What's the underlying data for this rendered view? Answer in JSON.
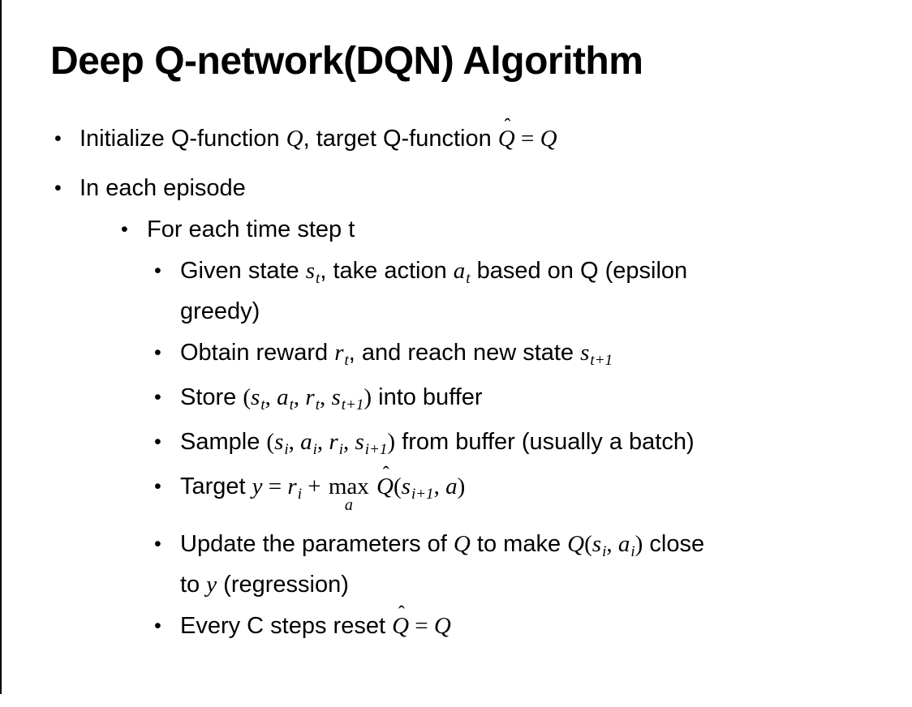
{
  "slide": {
    "title": "Deep Q-network(DQN) Algorithm",
    "notation": {
      "bullet_char": "•",
      "hat_char": "ˆ"
    },
    "colors": {
      "text": "#000000",
      "background": "#ffffff",
      "border": "#000000"
    },
    "bullets": [
      {
        "level": 1,
        "lines": [
          [
            {
              "t": "Initialize Q-function "
            },
            {
              "t": "Q",
              "s": "m"
            },
            {
              "t": ", target Q-function "
            },
            {
              "t": "Q",
              "s": "hat"
            },
            {
              "t": " = ",
              "s": "mu"
            },
            {
              "t": "Q",
              "s": "m"
            }
          ]
        ]
      },
      {
        "level": 1,
        "lines": [
          [
            {
              "t": "In each episode"
            }
          ]
        ]
      },
      {
        "level": 2,
        "lines": [
          [
            {
              "t": "For each time step t"
            }
          ]
        ]
      },
      {
        "level": 3,
        "lines": [
          [
            {
              "t": "Given state "
            },
            {
              "t": "s",
              "s": "m"
            },
            {
              "t": "t",
              "s": "sub"
            },
            {
              "t": ", take action "
            },
            {
              "t": "a",
              "s": "m"
            },
            {
              "t": "t",
              "s": "sub"
            },
            {
              "t": " based on Q (epsilon"
            }
          ],
          [
            {
              "t": "greedy)"
            }
          ]
        ]
      },
      {
        "level": 3,
        "lines": [
          [
            {
              "t": "Obtain reward "
            },
            {
              "t": "r",
              "s": "m"
            },
            {
              "t": "t",
              "s": "sub"
            },
            {
              "t": ", and reach new state "
            },
            {
              "t": "s",
              "s": "m"
            },
            {
              "t": "t+1",
              "s": "sub"
            }
          ]
        ]
      },
      {
        "level": 3,
        "lines": [
          [
            {
              "t": "Store "
            },
            {
              "t": "(",
              "s": "mu"
            },
            {
              "t": "s",
              "s": "m"
            },
            {
              "t": "t",
              "s": "sub"
            },
            {
              "t": ", ",
              "s": "mu"
            },
            {
              "t": "a",
              "s": "m"
            },
            {
              "t": "t",
              "s": "sub"
            },
            {
              "t": ", ",
              "s": "mu"
            },
            {
              "t": "r",
              "s": "m"
            },
            {
              "t": "t",
              "s": "sub"
            },
            {
              "t": ", ",
              "s": "mu"
            },
            {
              "t": "s",
              "s": "m"
            },
            {
              "t": "t+1",
              "s": "sub"
            },
            {
              "t": ")",
              "s": "mu"
            },
            {
              "t": " into buffer"
            }
          ]
        ]
      },
      {
        "level": 3,
        "lines": [
          [
            {
              "t": "Sample "
            },
            {
              "t": "(",
              "s": "mu"
            },
            {
              "t": "s",
              "s": "m"
            },
            {
              "t": "i",
              "s": "sub"
            },
            {
              "t": ", ",
              "s": "mu"
            },
            {
              "t": "a",
              "s": "m"
            },
            {
              "t": "i",
              "s": "sub"
            },
            {
              "t": ", ",
              "s": "mu"
            },
            {
              "t": "r",
              "s": "m"
            },
            {
              "t": "i",
              "s": "sub"
            },
            {
              "t": ", ",
              "s": "mu"
            },
            {
              "t": "s",
              "s": "m"
            },
            {
              "t": "i+1",
              "s": "sub"
            },
            {
              "t": ")",
              "s": "mu"
            },
            {
              "t": " from buffer (usually a batch)"
            }
          ]
        ]
      },
      {
        "level": 3,
        "lines": [
          [
            {
              "t": "Target "
            },
            {
              "t": "y",
              "s": "m"
            },
            {
              "t": " = ",
              "s": "mu"
            },
            {
              "t": "r",
              "s": "m"
            },
            {
              "t": "i",
              "s": "sub"
            },
            {
              "t": " + ",
              "s": "mu"
            },
            {
              "t": "max",
              "s": "op",
              "u": "a"
            },
            {
              "t": " ",
              "s": "mu"
            },
            {
              "t": "Q",
              "s": "hat"
            },
            {
              "t": "(",
              "s": "mu"
            },
            {
              "t": "s",
              "s": "m"
            },
            {
              "t": "i+1",
              "s": "sub"
            },
            {
              "t": ", ",
              "s": "mu"
            },
            {
              "t": "a",
              "s": "m"
            },
            {
              "t": ")",
              "s": "mu"
            }
          ]
        ]
      },
      {
        "level": 3,
        "lines": [
          [
            {
              "t": "Update the parameters of "
            },
            {
              "t": "Q",
              "s": "m"
            },
            {
              "t": " to make "
            },
            {
              "t": "Q",
              "s": "m"
            },
            {
              "t": "(",
              "s": "mu"
            },
            {
              "t": "s",
              "s": "m"
            },
            {
              "t": "i",
              "s": "sub"
            },
            {
              "t": ", ",
              "s": "mu"
            },
            {
              "t": "a",
              "s": "m"
            },
            {
              "t": "i",
              "s": "sub"
            },
            {
              "t": ")",
              "s": "mu"
            },
            {
              "t": " close"
            }
          ],
          [
            {
              "t": "to "
            },
            {
              "t": "y",
              "s": "m"
            },
            {
              "t": " (regression)"
            }
          ]
        ]
      },
      {
        "level": 3,
        "lines": [
          [
            {
              "t": "Every C steps reset "
            },
            {
              "t": "Q",
              "s": "hat"
            },
            {
              "t": " = ",
              "s": "mu"
            },
            {
              "t": "Q",
              "s": "m"
            }
          ]
        ]
      }
    ]
  }
}
